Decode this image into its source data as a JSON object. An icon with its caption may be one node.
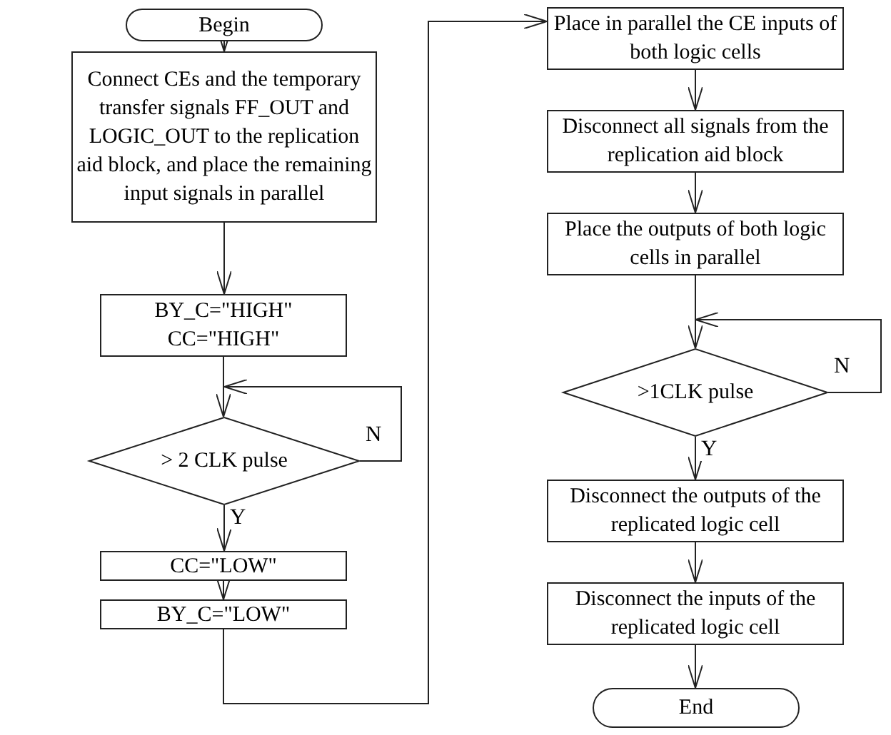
{
  "diagram": {
    "nodes": [
      {
        "text": [
          "Begin"
        ]
      },
      {
        "text": [
          "Connect CEs and the temporary transfer signals FF_OUT and LOGIC_OUT to the replication aid block, and place the remaining input signals in parallel"
        ]
      },
      {
        "text": [
          "BY_C=\"HIGH\"",
          "CC=\"HIGH\""
        ]
      },
      {
        "text": [
          "> 2 CLK pulse"
        ]
      },
      {
        "text": [
          "CC=\"LOW\""
        ]
      },
      {
        "text": [
          "BY_C=\"LOW\""
        ]
      },
      {
        "text": [
          "Place in parallel the CE inputs of both logic cells"
        ]
      },
      {
        "text": [
          "Disconnect all signals from the replication aid block"
        ]
      },
      {
        "text": [
          "Place the outputs of both logic cells in parallel"
        ]
      },
      {
        "text": [
          ">1CLK pulse"
        ]
      },
      {
        "text": [
          "Disconnect the outputs of the replicated logic cell"
        ]
      },
      {
        "text": [
          "Disconnect the inputs of the replicated logic cell"
        ]
      },
      {
        "text": [
          "End"
        ]
      }
    ],
    "edges": [
      {
        "from": 0,
        "to": 1,
        "arrow": "to"
      },
      {
        "from": 1,
        "to": 2,
        "arrow": "to"
      },
      {
        "from": 2,
        "to": 3,
        "arrow": "to"
      },
      {
        "from": 3,
        "to": 4,
        "arrow": "to",
        "label": "Y"
      },
      {
        "from": 3,
        "to": 3,
        "arrow": "to",
        "label": "N"
      },
      {
        "from": 4,
        "to": 5,
        "arrow": "to"
      },
      {
        "from": 5,
        "to": 6,
        "arrow": "to"
      },
      {
        "from": 6,
        "to": 7,
        "arrow": "to"
      },
      {
        "from": 7,
        "to": 8,
        "arrow": "to"
      },
      {
        "from": 8,
        "to": 9,
        "arrow": "to"
      },
      {
        "from": 9,
        "to": 10,
        "arrow": "to",
        "label": "Y"
      },
      {
        "from": 9,
        "to": 9,
        "arrow": "to",
        "label": "N"
      },
      {
        "from": 10,
        "to": 11,
        "arrow": "to"
      },
      {
        "from": 11,
        "to": 12,
        "arrow": "to"
      }
    ]
  }
}
